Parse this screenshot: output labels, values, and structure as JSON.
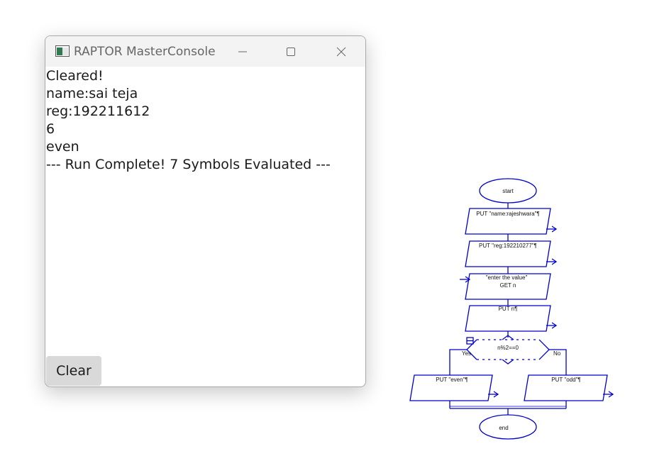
{
  "window": {
    "title": "RAPTOR MasterConsole",
    "icon": "raptor-app-icon"
  },
  "console": {
    "lines": [
      "Cleared!",
      "name:sai teja",
      "reg:192211612",
      "6",
      "even",
      "--- Run Complete! 7 Symbols Evaluated ---"
    ],
    "clear_label": "Clear"
  },
  "flowchart": {
    "color": "#0000cc",
    "start_label": "start",
    "put_name": "PUT \"name:rajeshwara\"¶",
    "put_reg": "PUT \"reg:192210277\"¶",
    "input_prompt": "\"enter the value\"",
    "input_get": "GET n",
    "put_n": "PUT n¶",
    "decision": "n%2==0",
    "yes_label": "Yes",
    "no_label": "No",
    "put_even": "PUT \"even\"¶",
    "put_odd": "PUT \"odd\"¶",
    "end_label": "end"
  }
}
